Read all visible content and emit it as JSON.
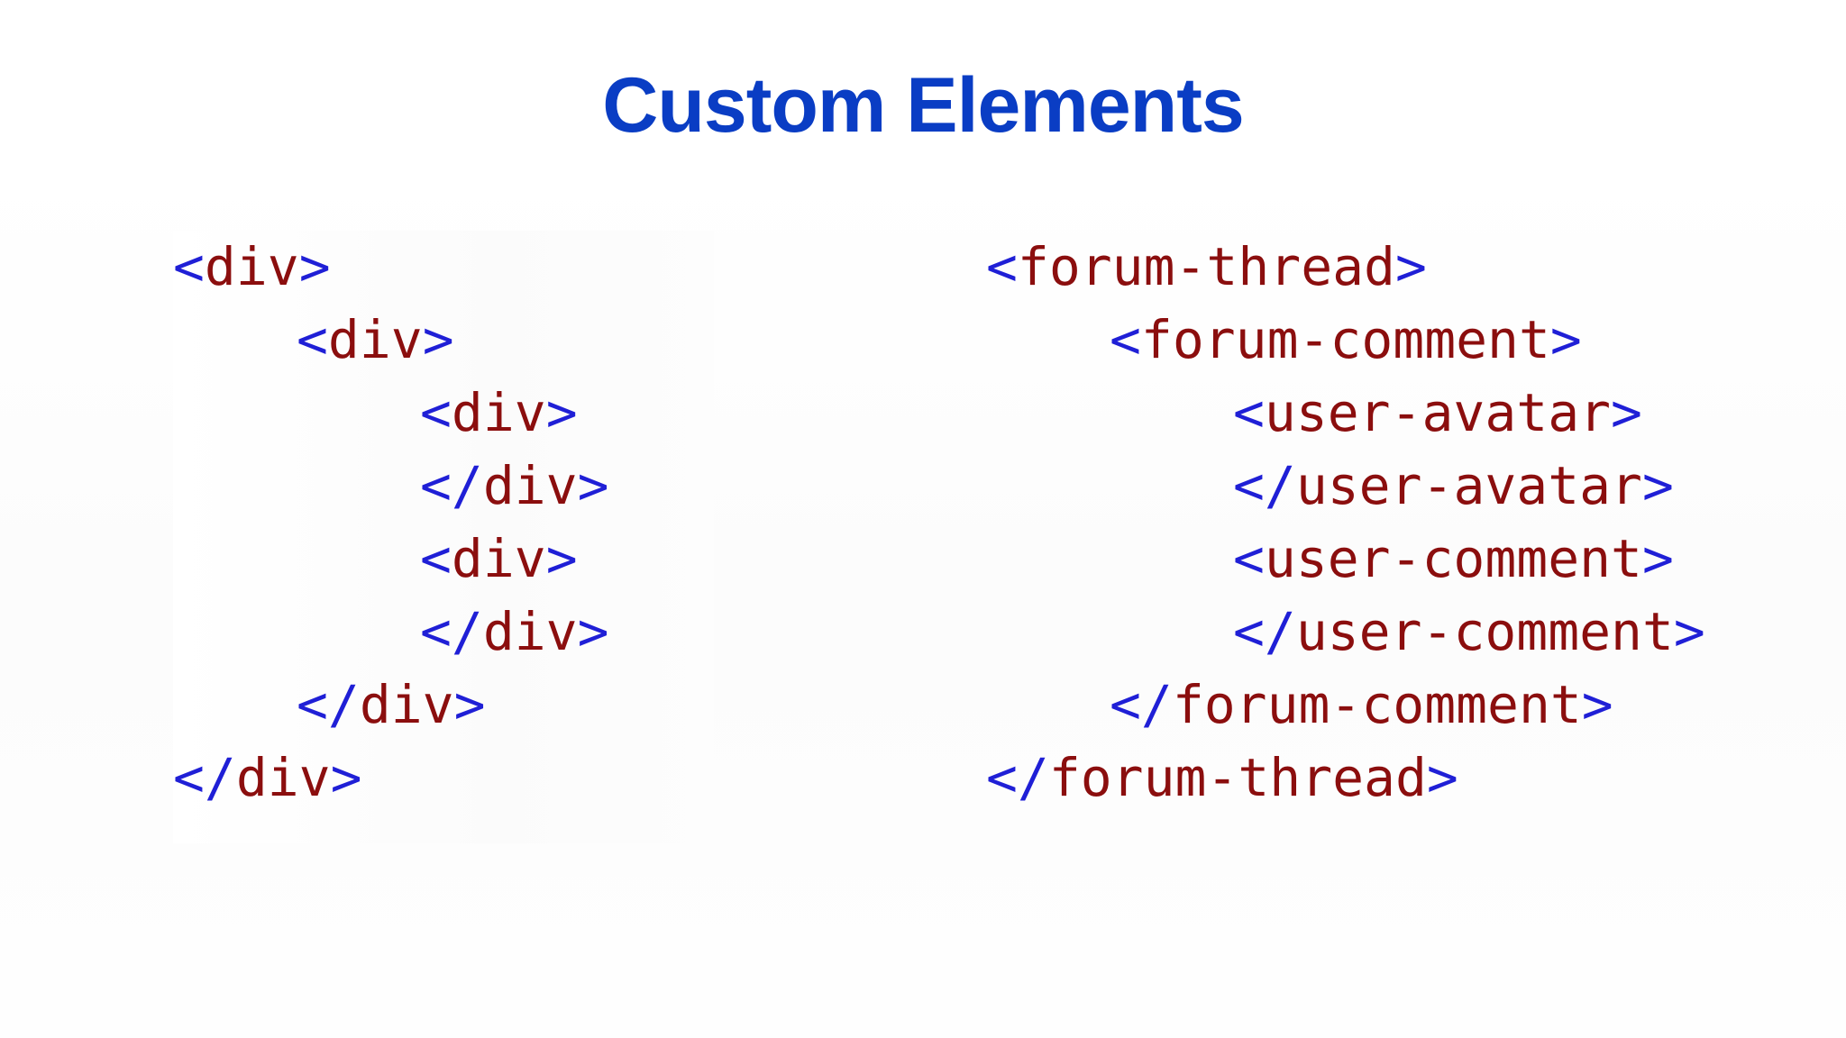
{
  "title": "Custom Elements",
  "colors": {
    "title": "#0a3dc4",
    "bracket": "#1f1fd6",
    "tag_name": "#8b0e0e"
  },
  "left_code": [
    {
      "indent": 0,
      "open": "<",
      "name": "div",
      "close": ">"
    },
    {
      "indent": 1,
      "open": "<",
      "name": "div",
      "close": ">"
    },
    {
      "indent": 2,
      "open": "<",
      "name": "div",
      "close": ">"
    },
    {
      "indent": 2,
      "open": "</",
      "name": "div",
      "close": ">"
    },
    {
      "indent": 2,
      "open": "<",
      "name": "div",
      "close": ">"
    },
    {
      "indent": 2,
      "open": "</",
      "name": "div",
      "close": ">"
    },
    {
      "indent": 1,
      "open": "</",
      "name": "div",
      "close": ">"
    },
    {
      "indent": 0,
      "open": "</",
      "name": "div",
      "close": ">"
    }
  ],
  "right_code": [
    {
      "indent": 0,
      "open": "<",
      "name": "forum-thread",
      "close": ">"
    },
    {
      "indent": 1,
      "open": "<",
      "name": "forum-comment",
      "close": ">"
    },
    {
      "indent": 2,
      "open": "<",
      "name": "user-avatar",
      "close": ">"
    },
    {
      "indent": 2,
      "open": "</",
      "name": "user-avatar",
      "close": ">"
    },
    {
      "indent": 2,
      "open": "<",
      "name": "user-comment",
      "close": ">"
    },
    {
      "indent": 2,
      "open": "</",
      "name": "user-comment",
      "close": ">"
    },
    {
      "indent": 1,
      "open": "</",
      "name": "forum-comment",
      "close": ">"
    },
    {
      "indent": 0,
      "open": "</",
      "name": "forum-thread",
      "close": ">"
    }
  ]
}
